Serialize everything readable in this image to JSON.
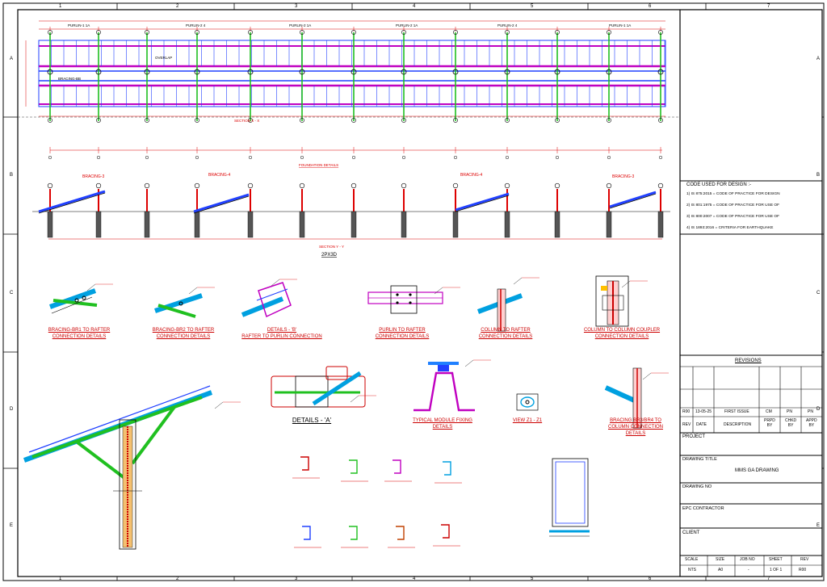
{
  "grid": {
    "columns": [
      "1",
      "2",
      "3",
      "4",
      "5",
      "6",
      "7"
    ],
    "rows": [
      "A",
      "B",
      "C",
      "D",
      "E"
    ]
  },
  "plan": {
    "section_label": "SECTION X - X",
    "foundation_label": "FOUNDATION DETAILS",
    "purlin_labels": [
      "PURLIN-1 1A",
      "PURLIN-2 4",
      "PURLIN-2 1A",
      "PURLIN-2 1A",
      "PURLIN-2 4",
      "PURLIN-1 1A"
    ],
    "overlap_label": "OVERLAP",
    "bracing_label": "BRACING-BB"
  },
  "elevation": {
    "title": "SECTION Y - Y",
    "subtitle": "2PX3D",
    "bracing_labels": [
      "BRACING-3",
      "BRACING-4",
      "BRACING-4",
      "BRACING-3"
    ]
  },
  "details_row1": [
    {
      "caption": "BRACING-BR1 TO RAFTER\nCONNECTION DETAILS"
    },
    {
      "caption": "BRACING-BR2 TO RAFTER\nCONNECTION DETAILS"
    },
    {
      "caption": "DETAILS - 'B'\nRAFTER TO PURLIN CONNECTION"
    },
    {
      "caption": "PURLIN TO RAFTER\nCONNECTION DETAILS"
    },
    {
      "caption": "COLUMN TO RAFTER\nCONNECTION DETAILS"
    },
    {
      "caption": "COLUMN TO COLUMN COUPLER\nCONNECTION DETAILS"
    }
  ],
  "details_row2": [
    {
      "caption": "DETAILS - 'A'"
    },
    {
      "caption": "TYPICAL MODULE FIXING\nDETAILS"
    },
    {
      "caption": "VIEW Z1 - Z1"
    },
    {
      "caption": "BRACING BR3/BR4 TO\nCOLUMN CONNECTION\nDETAILS"
    }
  ],
  "notes": {
    "title": "CODE USED FOR DESIGN :-",
    "items": [
      "1) IS 875:2015 = CODE OF PRACTICE FOR DESIGN",
      "2) IS 801:1975 = CODE OF PRACTICE FOR USE OF",
      "3) IS 800:2007 = CODE OF PRACTICE FOR USE OF",
      "4) IS 1893:2016 = CRITERIA FOR EARTHQUAKE"
    ]
  },
  "revisions": {
    "title": "REVISIONS",
    "row": {
      "rev": "R00",
      "date": "13-05-25",
      "description": "FIRST ISSUE",
      "prpd": "CM",
      "chkd": "PN",
      "appd": "PN"
    },
    "headers": {
      "rev": "REV",
      "date": "DATE",
      "description": "DESCRIPTION",
      "prpd": "PRPD\nBY",
      "chkd": "CHKD\nBY",
      "appd": "APPD\nBY"
    }
  },
  "title_block": {
    "project_label": "PROJECT",
    "drawing_title_label": "DRAWING TITLE",
    "drawing_title": "MMS GA DRAWING",
    "drawing_no_label": "DRAWING NO",
    "epc_label": "EPC CONTRACTOR",
    "client_label": "CLIENT",
    "scale_label": "SCALE",
    "scale": "NTS",
    "size_label": "SIZE",
    "size": "A0",
    "job_label": "JOB NO",
    "job": "-",
    "sheet_label": "SHEET",
    "sheet": "1 OF 1",
    "rev_label": "REV",
    "rev": "R00"
  },
  "colors": {
    "line": "#000000",
    "dim": "#d40000",
    "cyan": "#00a0e0",
    "magenta": "#c000c0",
    "green": "#20c020",
    "blue": "#2040ff"
  }
}
